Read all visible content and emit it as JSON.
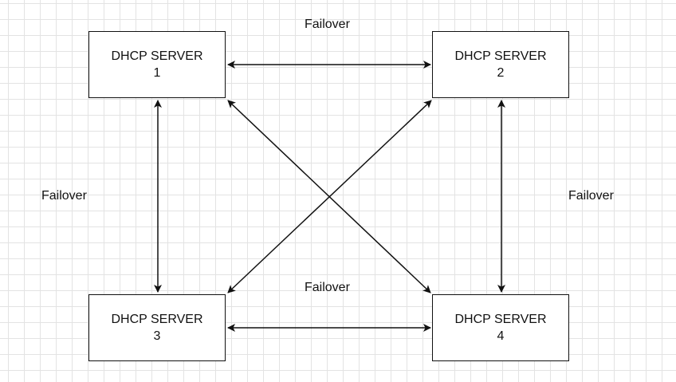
{
  "diagram": {
    "servers": [
      {
        "id": "1",
        "line1": "DHCP SERVER",
        "line2": "1"
      },
      {
        "id": "2",
        "line1": "DHCP SERVER",
        "line2": "2"
      },
      {
        "id": "3",
        "line1": "DHCP SERVER",
        "line2": "3"
      },
      {
        "id": "4",
        "line1": "DHCP SERVER",
        "line2": "4"
      }
    ],
    "edge_labels": {
      "top": "Failover",
      "left": "Failover",
      "right": "Failover",
      "bottom": "Failover"
    },
    "connections": [
      {
        "from": "1",
        "to": "2",
        "bidirectional": true
      },
      {
        "from": "1",
        "to": "3",
        "bidirectional": true
      },
      {
        "from": "2",
        "to": "4",
        "bidirectional": true
      },
      {
        "from": "3",
        "to": "4",
        "bidirectional": true
      },
      {
        "from": "1",
        "to": "4",
        "bidirectional": true
      },
      {
        "from": "2",
        "to": "3",
        "bidirectional": true
      }
    ],
    "colors": {
      "line": "#111111",
      "grid": "#e3e3e3",
      "background": "#ffffff"
    }
  }
}
